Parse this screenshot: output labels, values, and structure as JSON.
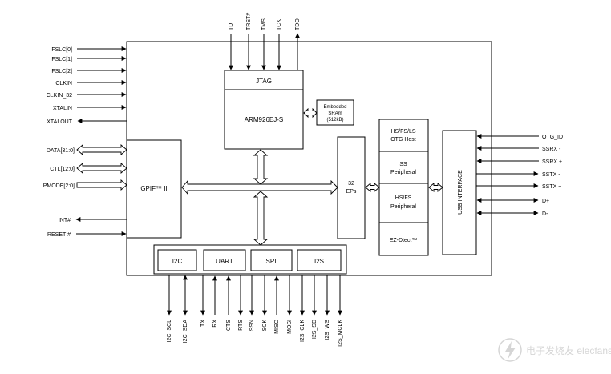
{
  "jtag_pins": [
    "TDI",
    "TRST#",
    "TMS",
    "TCK",
    "TDO"
  ],
  "left_inputs": [
    "FSLC[0]",
    "FSLC[1]",
    "FSLC[2]",
    "CLKIN",
    "CLKIN_32",
    "XTALIN"
  ],
  "left_output": "XTALOUT",
  "left_bidir": [
    "DATA[31:0]",
    "CTL[12:0]"
  ],
  "left_in2": "PMODE[2:0]",
  "left_int": "INT#",
  "left_reset": "RESET #",
  "blocks": {
    "jtag": "JTAG",
    "arm": "ARM926EJ-S",
    "sram": [
      "Embedded",
      "SRAm",
      "(512kB)"
    ],
    "gpif": "GPIF™ II",
    "eps": [
      "32",
      "EPs"
    ],
    "otg_host": [
      "HS/FS/LS",
      "OTG Host"
    ],
    "ss_periph": [
      "SS",
      "Peripheral"
    ],
    "hsfs_periph": [
      "HS/FS",
      "Peripheral"
    ],
    "ezdtect": "EZ-Dtect™",
    "usb_iface": "USB INTERFACE",
    "i2c": "I2C",
    "uart": "UART",
    "spi": "SPI",
    "i2s": "I2S"
  },
  "right_pins": [
    "OTG_ID",
    "SSRX -",
    "SSRX +",
    "SSTX -",
    "SSTX +",
    "D+",
    "D-"
  ],
  "bottom_pins": [
    "I2C_SCL",
    "I2C_SDA",
    "TX",
    "RX",
    "CTS",
    "RTS",
    "SSN",
    "SCK",
    "MISO",
    "MOSI",
    "I2S_CLK",
    "I2S_SD",
    "I2S_WS",
    "I2S_MCLK"
  ],
  "watermark": "电子发烧友 elecfans.com"
}
